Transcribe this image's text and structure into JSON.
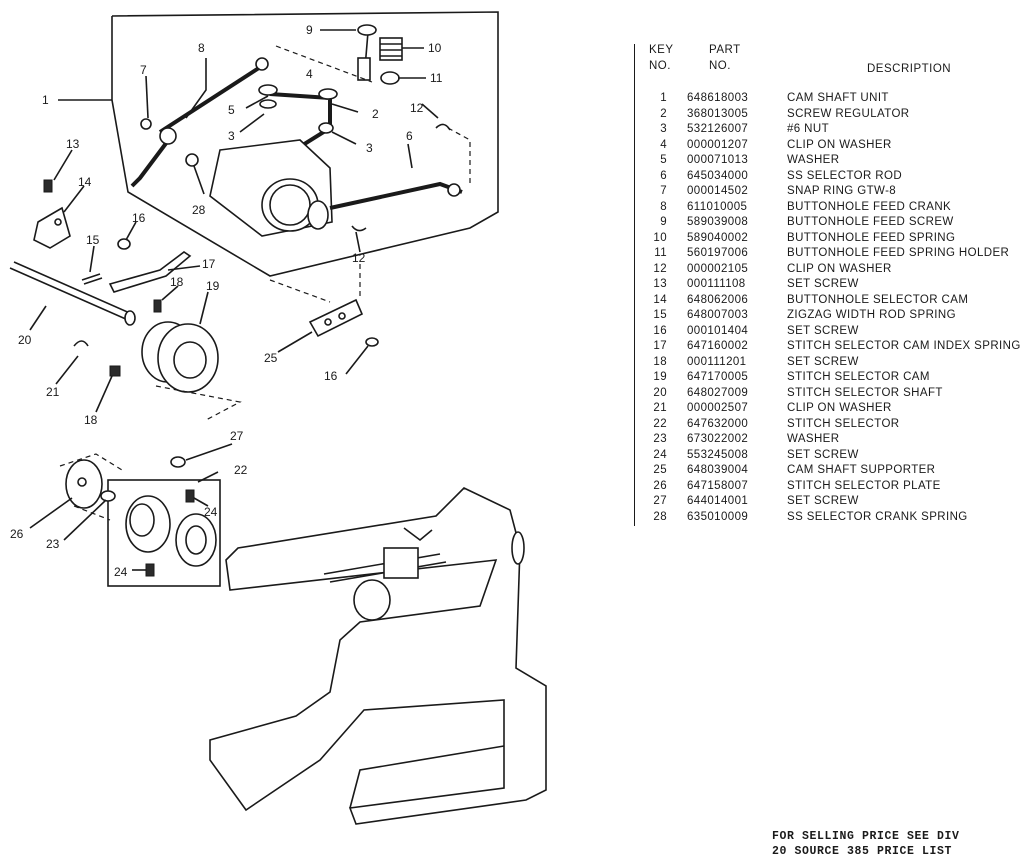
{
  "table": {
    "headers": {
      "key_line1": "KEY",
      "key_line2": "NO.",
      "part_line1": "PART",
      "part_line2": "NO.",
      "description": "DESCRIPTION"
    },
    "rows": [
      {
        "key": "1",
        "part": "648618003",
        "description": "CAM SHAFT UNIT"
      },
      {
        "key": "2",
        "part": "368013005",
        "description": "SCREW REGULATOR"
      },
      {
        "key": "3",
        "part": "532126007",
        "description": "#6 NUT"
      },
      {
        "key": "4",
        "part": "000001207",
        "description": "CLIP ON WASHER"
      },
      {
        "key": "5",
        "part": "000071013",
        "description": "WASHER"
      },
      {
        "key": "6",
        "part": "645034000",
        "description": "SS SELECTOR ROD"
      },
      {
        "key": "7",
        "part": "000014502",
        "description": "SNAP RING GTW-8"
      },
      {
        "key": "8",
        "part": "611010005",
        "description": "BUTTONHOLE FEED CRANK"
      },
      {
        "key": "9",
        "part": "589039008",
        "description": "BUTTONHOLE FEED SCREW"
      },
      {
        "key": "10",
        "part": "589040002",
        "description": "BUTTONHOLE FEED SPRING"
      },
      {
        "key": "11",
        "part": "560197006",
        "description": "BUTTONHOLE FEED SPRING HOLDER"
      },
      {
        "key": "12",
        "part": "000002105",
        "description": "CLIP ON WASHER"
      },
      {
        "key": "13",
        "part": "000111108",
        "description": "SET SCREW"
      },
      {
        "key": "14",
        "part": "648062006",
        "description": "BUTTONHOLE SELECTOR CAM"
      },
      {
        "key": "15",
        "part": "648007003",
        "description": "ZIGZAG WIDTH ROD SPRING"
      },
      {
        "key": "16",
        "part": "000101404",
        "description": "SET SCREW"
      },
      {
        "key": "17",
        "part": "647160002",
        "description": "STITCH SELECTOR CAM INDEX SPRING"
      },
      {
        "key": "18",
        "part": "000111201",
        "description": "SET SCREW"
      },
      {
        "key": "19",
        "part": "647170005",
        "description": "STITCH SELECTOR CAM"
      },
      {
        "key": "20",
        "part": "648027009",
        "description": "STITCH SELECTOR SHAFT"
      },
      {
        "key": "21",
        "part": "000002507",
        "description": "CLIP ON WASHER"
      },
      {
        "key": "22",
        "part": "647632000",
        "description": "STITCH SELECTOR"
      },
      {
        "key": "23",
        "part": "673022002",
        "description": "WASHER"
      },
      {
        "key": "24",
        "part": "553245008",
        "description": "SET SCREW"
      },
      {
        "key": "25",
        "part": "648039004",
        "description": "CAM SHAFT SUPPORTER"
      },
      {
        "key": "26",
        "part": "647158007",
        "description": "STITCH SELECTOR PLATE"
      },
      {
        "key": "27",
        "part": "644014001",
        "description": "SET SCREW"
      },
      {
        "key": "28",
        "part": "635010009",
        "description": "SS SELECTOR CRANK SPRING"
      }
    ]
  },
  "diagram_callouts": [
    "1",
    "2",
    "3",
    "3",
    "4",
    "5",
    "6",
    "7",
    "8",
    "9",
    "10",
    "11",
    "12",
    "12",
    "13",
    "14",
    "15",
    "16",
    "16",
    "17",
    "18",
    "18",
    "19",
    "20",
    "21",
    "22",
    "23",
    "24",
    "24",
    "25",
    "26",
    "27",
    "28"
  ],
  "footer": {
    "line1": "FOR SELLING PRICE SEE DIV",
    "line2": "20 SOURCE 385 PRICE LIST"
  }
}
